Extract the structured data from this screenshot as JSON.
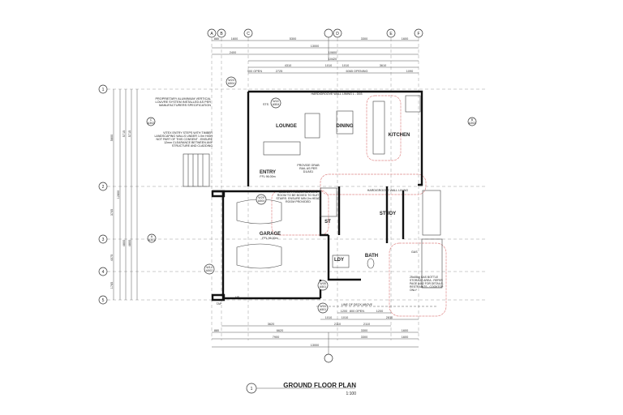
{
  "grid_columns": [
    "A",
    "B",
    "C",
    "D",
    "E",
    "F"
  ],
  "grid_rows": [
    "1",
    "2",
    "3",
    "4",
    "5"
  ],
  "top_dimensions": {
    "row1": [
      "880",
      "1600",
      "5300",
      "3300",
      "1600"
    ],
    "overall": "13000",
    "row3": [
      "2400",
      "10600"
    ],
    "row4": "10420",
    "row5": [
      "4310",
      "1010",
      "1010",
      "3610"
    ],
    "row6": [
      "900 OPEN",
      "2725",
      "6065 OPENING",
      "1090"
    ]
  },
  "bottom_dimensions": {
    "row1": [
      "1200",
      "800 OPEN",
      "1200"
    ],
    "row2": [
      "1010",
      "1010",
      "2810"
    ],
    "row3": [
      "3620",
      "2110",
      "2110"
    ],
    "row4": [
      "880",
      "6620",
      "3300",
      "1600"
    ],
    "row5": [
      "7900",
      "3300",
      "1600"
    ],
    "overall": "13000"
  },
  "left_dimensions": [
    "5800",
    "12800",
    "3705",
    "5715",
    "5715",
    "1765",
    "4800",
    "4800",
    "4075"
  ],
  "rooms": {
    "lounge": "LOUNGE",
    "dining": "DINING",
    "kitchen": "KITCHEN",
    "entry": "ENTRY",
    "entry_ffl": "FFL 96.00m",
    "garage": "GARAGE",
    "garage_ffl": "FFL 96.00m",
    "study": "STUDY",
    "st": "ST",
    "ldy": "LDY",
    "bath": "BATH"
  },
  "notes": {
    "louvre": "PROPRIETARY ALUMINIUM VERTICAL LOUVRE SYSTEM INSTALLED AS PER MANUFACTURERS SPECIFICATION",
    "steps": "VITEX ENTRY STEPS WITH TIMBER LANDSCAPING WALLS UNDER 1.0m HIGH NOT PART OF THIS CONSENT - ENSURE 12mm CLEARANCE BETWEEN ANY STRUCTURE AND CLADDING",
    "grab_rail": "PROVIDE GRAB RAIL AS PER D1/AS1",
    "ceiling": "CEILING PROJECTION INTO ROOM TO BE BOXED TO SUIT STAIRS. ENSURE MIN 2m HEAD ROOM PROVIDED",
    "hardigroove_top": "HARDIGROOVE WALL LINING  L - D03",
    "hardigroove_mid": "HARDIGROOVE WALL LINING",
    "gas": "25x45kg GAS BOTTLE STORAGE AREA - REFER PAGE A402 FOR DETAILS. RESTRAINTS - COOKTOP ONLY",
    "deck": "LINE OF DECK ABOVE",
    "tap": "TAP",
    "hb": "HB",
    "gas_label": "GAS"
  },
  "markers": {
    "w24": [
      "W24",
      "A504"
    ],
    "w22": [
      "W22",
      "A504"
    ],
    "w29": [
      "W29",
      "A504"
    ],
    "w14": [
      "W14",
      "A502"
    ],
    "w05": [
      "W05",
      "A501"
    ],
    "w04": [
      "W04",
      "A501"
    ],
    "section_a": [
      "A",
      "A301"
    ],
    "section_c": [
      "C",
      "A302"
    ],
    "section_b": [
      "B",
      "A302"
    ],
    "sts": "STS"
  },
  "title": {
    "number": "1",
    "name": "GROUND FLOOR PLAN",
    "scale": "1:100"
  }
}
